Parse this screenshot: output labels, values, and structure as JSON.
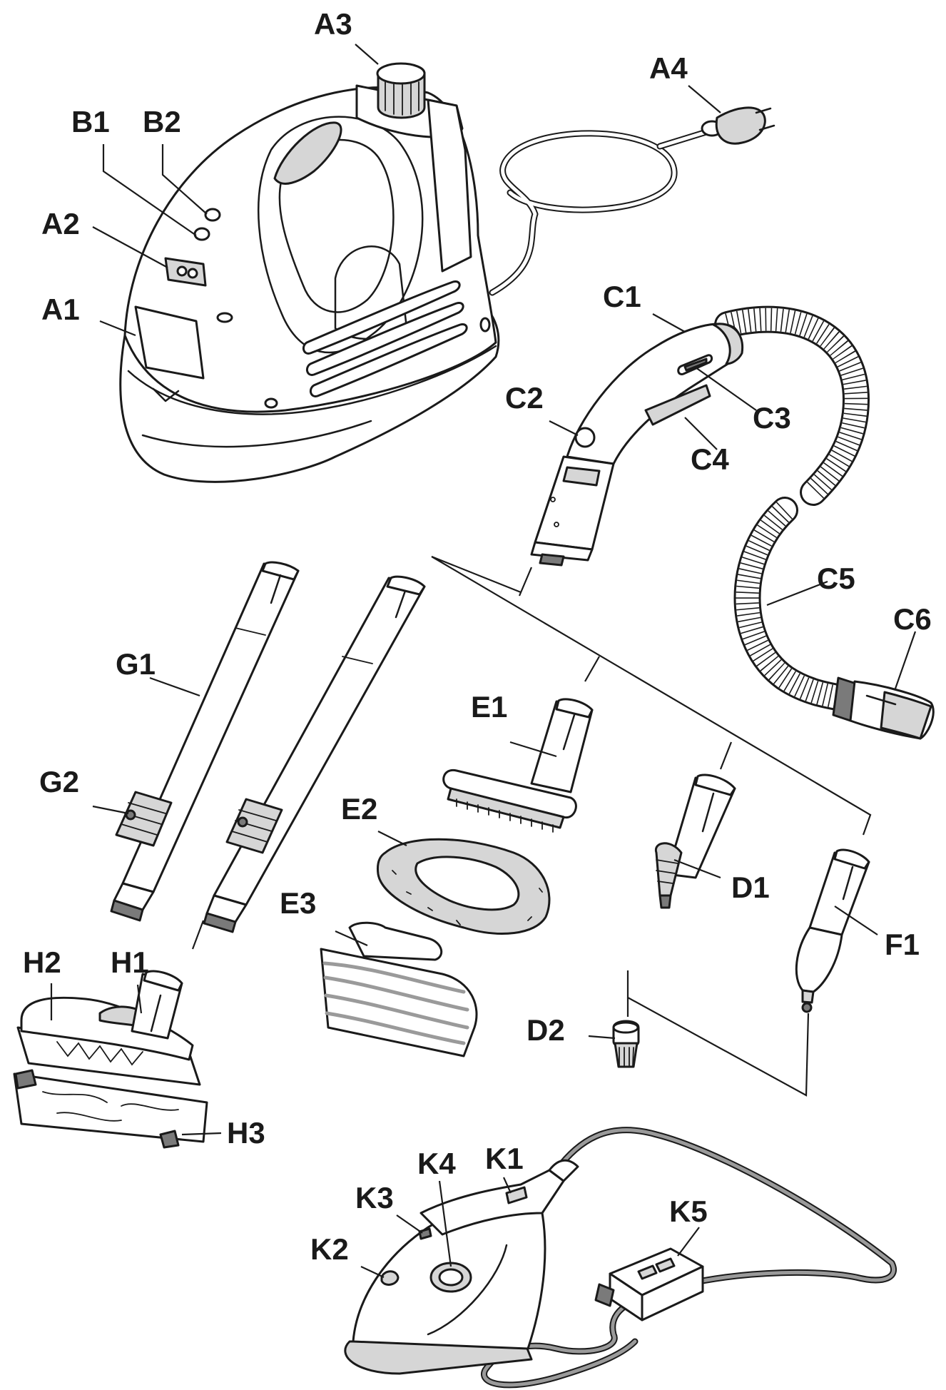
{
  "diagram": {
    "labels": [
      {
        "id": "A1",
        "text": "A1"
      },
      {
        "id": "A2",
        "text": "A2"
      },
      {
        "id": "A3",
        "text": "A3"
      },
      {
        "id": "A4",
        "text": "A4"
      },
      {
        "id": "B1",
        "text": "B1"
      },
      {
        "id": "B2",
        "text": "B2"
      },
      {
        "id": "C1",
        "text": "C1"
      },
      {
        "id": "C2",
        "text": "C2"
      },
      {
        "id": "C3",
        "text": "C3"
      },
      {
        "id": "C4",
        "text": "C4"
      },
      {
        "id": "C5",
        "text": "C5"
      },
      {
        "id": "C6",
        "text": "C6"
      },
      {
        "id": "D1",
        "text": "D1"
      },
      {
        "id": "D2",
        "text": "D2"
      },
      {
        "id": "E1",
        "text": "E1"
      },
      {
        "id": "E2",
        "text": "E2"
      },
      {
        "id": "E3",
        "text": "E3"
      },
      {
        "id": "F1",
        "text": "F1"
      },
      {
        "id": "G1",
        "text": "G1"
      },
      {
        "id": "G2",
        "text": "G2"
      },
      {
        "id": "H1",
        "text": "H1"
      },
      {
        "id": "H2",
        "text": "H2"
      },
      {
        "id": "H3",
        "text": "H3"
      },
      {
        "id": "K1",
        "text": "K1"
      },
      {
        "id": "K2",
        "text": "K2"
      },
      {
        "id": "K3",
        "text": "K3"
      },
      {
        "id": "K4",
        "text": "K4"
      },
      {
        "id": "K5",
        "text": "K5"
      }
    ]
  }
}
